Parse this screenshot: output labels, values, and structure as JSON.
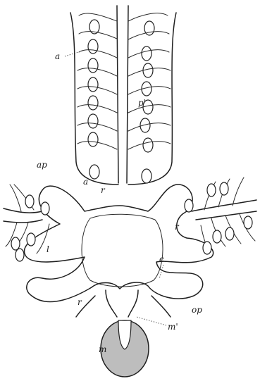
{
  "labels": {
    "a": "a",
    "p_prime_upper": "p'",
    "ap_left": "ap",
    "a_center": "a",
    "r_center": "r",
    "r_right": "r",
    "l_left": "l",
    "c": "c",
    "r_lower_left": "r",
    "op_right": "op",
    "m_prime": "m'",
    "m": "m"
  }
}
